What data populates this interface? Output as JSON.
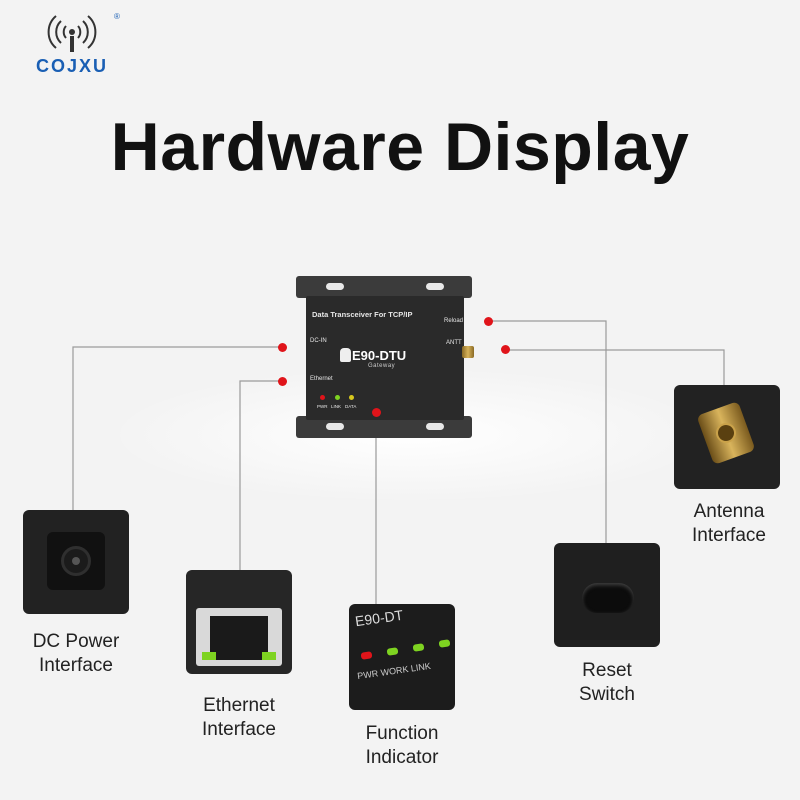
{
  "brand": {
    "name": "COJXU",
    "reg_mark": "®",
    "color": "#1a5fb4"
  },
  "title": "Hardware Display",
  "device": {
    "top_label": "Data Transceiver For TCP/IP",
    "model": "E90-DTU",
    "sub": "Gateway",
    "dc_in": "DC-IN",
    "ethernet": "Ethernet",
    "reload": "Reload",
    "antt": "ANTT",
    "leds": [
      "PWR",
      "LINK",
      "DATA"
    ]
  },
  "callouts": {
    "dc_power": [
      "DC Power",
      "Interface"
    ],
    "ethernet": [
      "Ethernet",
      "Interface"
    ],
    "function": [
      "Function",
      "Indicator"
    ],
    "reset": [
      "Reset",
      "Switch"
    ],
    "antenna": [
      "Antenna",
      "Interface"
    ]
  },
  "indicator_card": {
    "model": "E90-DT",
    "leds": [
      "PWR",
      "WORK",
      "LINK"
    ]
  },
  "colors": {
    "accent_dot": "#e0141a",
    "led_green": "#7ed321",
    "led_red": "#e0141a",
    "line": "#9a9a9a"
  }
}
